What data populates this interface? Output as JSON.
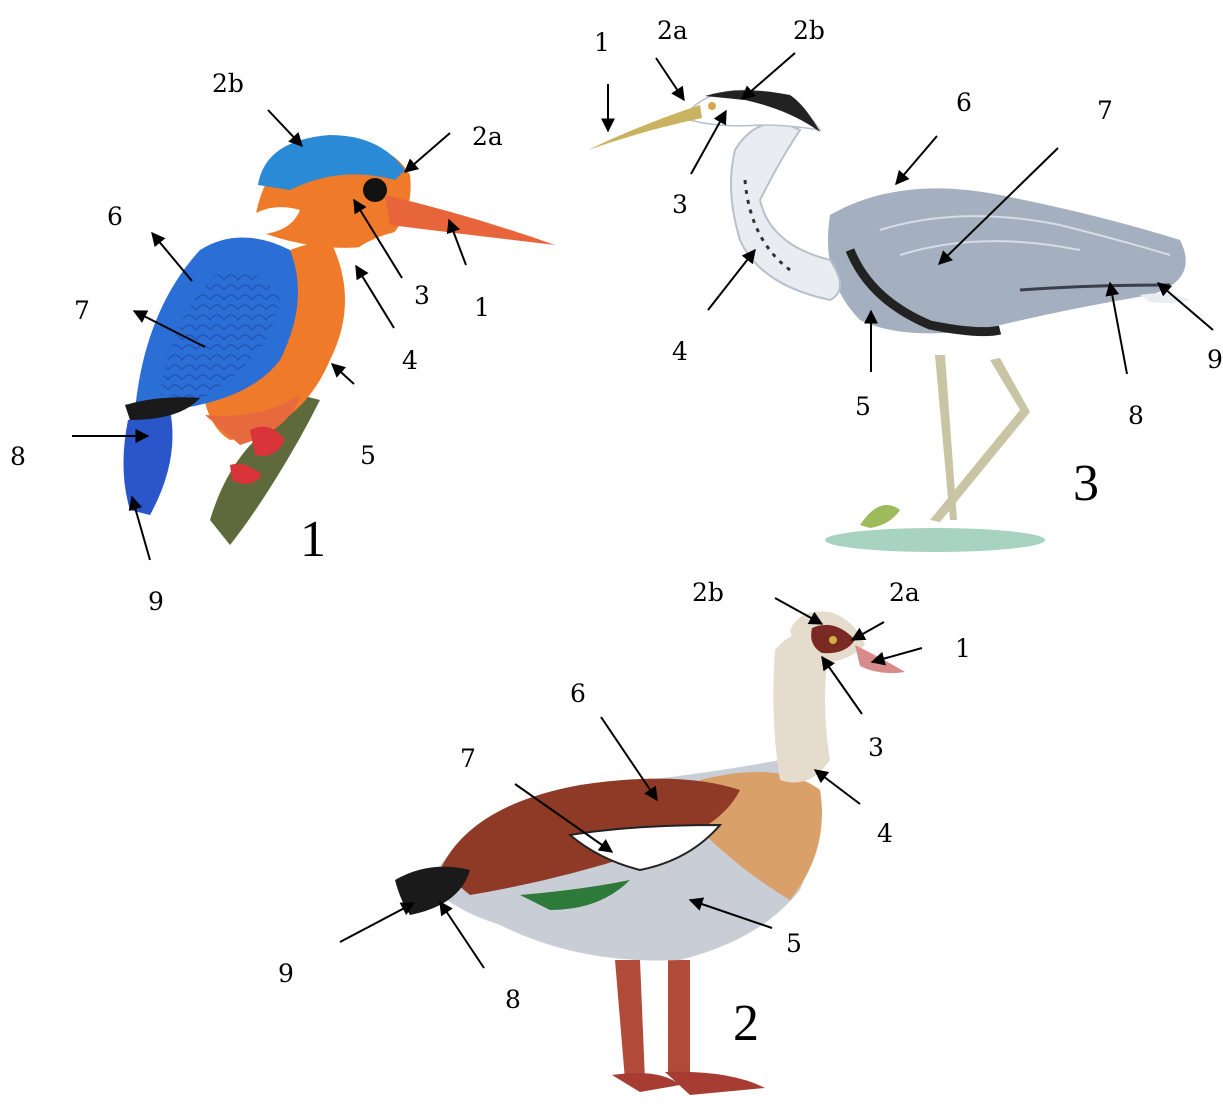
{
  "colors": {
    "kingfisher_back": "#2a6ed6",
    "kingfisher_orange": "#ef7a2a",
    "heron_grey": "#a4afbf",
    "goose_brown": "#8e3a26",
    "goose_tan": "#d9a06a",
    "arrow": "#000000"
  },
  "figures": [
    {
      "number": "1",
      "labels": {
        "l1": "1",
        "l2a": "2a",
        "l2b": "2b",
        "l3": "3",
        "l4": "4",
        "l5": "5",
        "l6": "6",
        "l7": "7",
        "l8": "8",
        "l9": "9"
      }
    },
    {
      "number": "2",
      "labels": {
        "l1": "1",
        "l2a": "2a",
        "l2b": "2b",
        "l3": "3",
        "l4": "4",
        "l5": "5",
        "l6": "6",
        "l7": "7",
        "l8": "8",
        "l9": "9"
      }
    },
    {
      "number": "3",
      "labels": {
        "l1": "1",
        "l2a": "2a",
        "l2b": "2b",
        "l3": "3",
        "l4": "4",
        "l5": "5",
        "l6": "6",
        "l7": "7",
        "l8": "8",
        "l9": "9"
      }
    }
  ]
}
